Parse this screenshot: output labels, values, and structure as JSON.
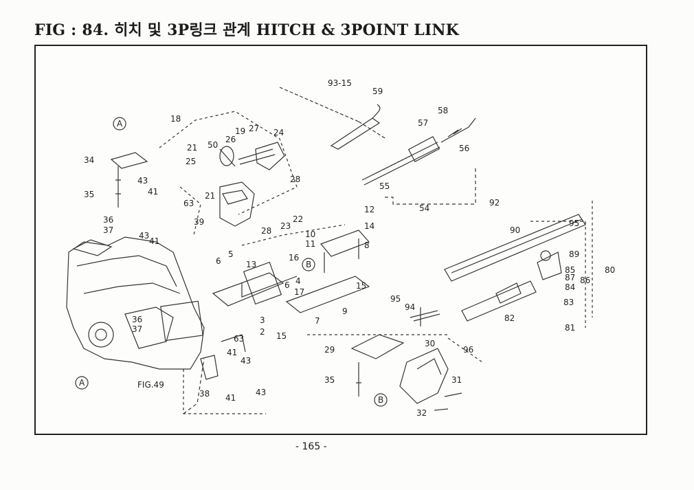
{
  "title": "FIG : 84. 히치 및 3P링크 관계 HITCH & 3POINT LINK",
  "page_number": "- 165 -",
  "callouts": {
    "a_top": "A",
    "a_bottom": "A",
    "b_mid": "B",
    "b_bottom": "B"
  },
  "labels": [
    "93-15",
    "59",
    "58",
    "57",
    "56",
    "55",
    "54",
    "18",
    "19",
    "27",
    "26",
    "24",
    "50",
    "21",
    "25",
    "28",
    "21",
    "28",
    "23",
    "22",
    "34",
    "35",
    "43",
    "41",
    "63",
    "39",
    "36",
    "37",
    "43",
    "41",
    "12",
    "14",
    "10",
    "11",
    "8",
    "6",
    "5",
    "16",
    "13",
    "6",
    "4",
    "17",
    "7",
    "9",
    "15",
    "3",
    "2",
    "15",
    "63",
    "41",
    "43",
    "38",
    "41",
    "43",
    "36",
    "37",
    "FIG.49",
    "92",
    "90",
    "95",
    "89",
    "85",
    "87",
    "86",
    "84",
    "83",
    "80",
    "82",
    "81",
    "95",
    "94",
    "30",
    "96",
    "29",
    "35",
    "31",
    "32"
  ]
}
